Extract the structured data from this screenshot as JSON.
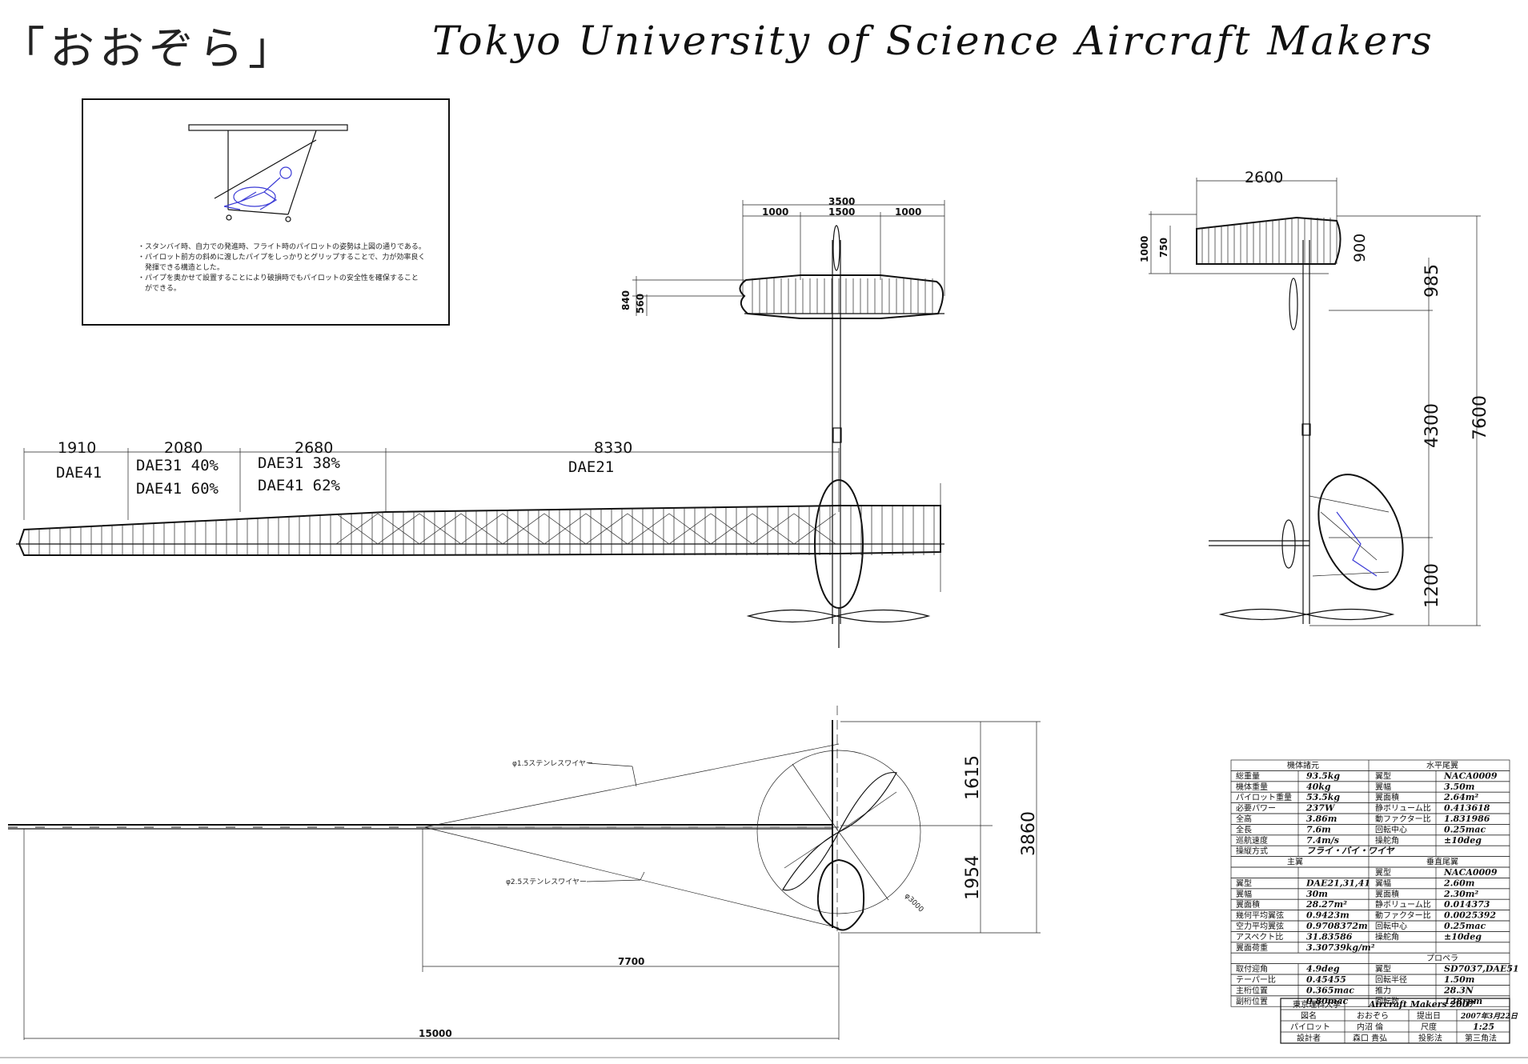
{
  "header": {
    "title_jp": "「おおぞら」",
    "title_en": "Tokyo University of Science   Aircraft Makers"
  },
  "inset": {
    "notes": [
      "・スタンバイ時、自力での発進時、フライト時のパイロットの姿勢は上図の通りである。",
      "・パイロット前方の斜めに渡したパイプをしっかりとグリップすることで、力が効率良く",
      "　発揮できる構造とした。",
      "・パイプを奥かせて設置することにより破損時でもパイロットの安全性を確保すること",
      "　ができる。"
    ]
  },
  "front_view": {
    "dims": {
      "span": "3500",
      "left": "1000",
      "center": "1500",
      "right": "1000",
      "h1": "840",
      "h2": "560"
    }
  },
  "side_view": {
    "dims": {
      "tail_span": "2600",
      "h1000": "1000",
      "h750": "750",
      "h900": "900",
      "d985": "985",
      "d4300": "4300",
      "d7600": "7600",
      "d1200": "1200"
    }
  },
  "wing_plan": {
    "segments": [
      {
        "dim": "1910",
        "airfoil": [
          "DAE41"
        ]
      },
      {
        "dim": "2080",
        "airfoil": [
          "DAE31 40%",
          "DAE41 60%"
        ]
      },
      {
        "dim": "2680",
        "airfoil": [
          "DAE31 38%",
          "DAE41 62%"
        ]
      },
      {
        "dim": "8330",
        "airfoil": [
          "DAE21"
        ]
      }
    ]
  },
  "top_view": {
    "wire1": "φ1.5ステンレスワイヤー",
    "wire2": "φ2.5ステンレスワイヤー",
    "d1615": "1615",
    "d1954": "1954",
    "d3860": "3860",
    "d7700": "7700",
    "d15000": "15000",
    "prop_dia": "φ3000"
  },
  "spec_table": {
    "left_header": "機体諸元",
    "right_header": "水平尾翼",
    "rows": [
      [
        "総重量",
        "93.5kg",
        "翼型",
        "NACA0009"
      ],
      [
        "機体重量",
        "40kg",
        "翼幅",
        "3.50m"
      ],
      [
        "パイロット重量",
        "53.5kg",
        "翼面積",
        "2.64m²"
      ],
      [
        "必要パワー",
        "237W",
        "静ボリューム比",
        "0.413618"
      ],
      [
        "全高",
        "3.86m",
        "動ファクター比",
        "1.831986"
      ],
      [
        "全長",
        "7.6m",
        "回転中心",
        "0.25mac"
      ],
      [
        "巡航速度",
        "7.4m/s",
        "操舵角",
        "±10deg"
      ],
      [
        "操縦方式",
        "フライ・バイ・ワイヤ",
        "",
        ""
      ]
    ],
    "left_header2": "主翼",
    "right_header2": "垂直尾翼",
    "rows2": [
      [
        "",
        "",
        "翼型",
        "NACA0009"
      ],
      [
        "翼型",
        "DAE21,31,41",
        "翼幅",
        "2.60m"
      ],
      [
        "翼幅",
        "30m",
        "翼面積",
        "2.30m²"
      ],
      [
        "翼面積",
        "28.27m²",
        "静ボリューム比",
        "0.014373"
      ],
      [
        "幾何平均翼弦",
        "0.9423m",
        "動ファクター比",
        "0.0025392"
      ],
      [
        "空力平均翼弦",
        "0.9708372m",
        "回転中心",
        "0.25mac"
      ],
      [
        "アスペクト比",
        "31.83586",
        "操舵角",
        "±10deg"
      ],
      [
        "翼面荷重",
        "3.30739kg/m²",
        "",
        ""
      ]
    ],
    "right_header3": "プロペラ",
    "rows3": [
      [
        "取付迎角",
        "4.9deg",
        "翼型",
        "SD7037,DAE51"
      ],
      [
        "テーパー比",
        "0.45455",
        "回転半径",
        "1.50m"
      ],
      [
        "主桁位置",
        "0.365mac",
        "推力",
        "28.3N"
      ],
      [
        "副桁位置",
        "0.80mac",
        "回転数",
        "128rpm"
      ]
    ]
  },
  "title_block": {
    "org": "東京理科大学",
    "team": "Aircraft Makers 2007",
    "r1": [
      "図名",
      "おおぞら",
      "提出日",
      "2007年3月22日"
    ],
    "r2": [
      "パイロット",
      "内沼 倫",
      "尺度",
      "1:25"
    ],
    "r3": [
      "設計者",
      "森口 貴弘",
      "投影法",
      "第三角法"
    ]
  }
}
